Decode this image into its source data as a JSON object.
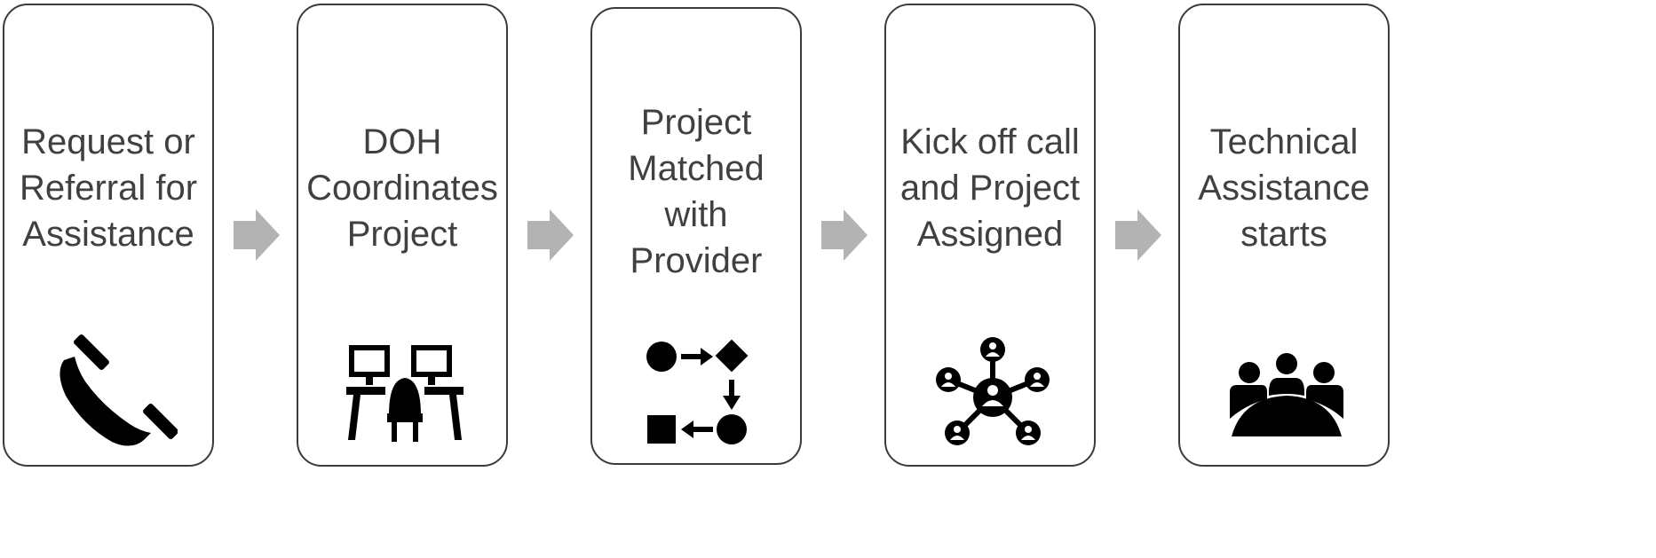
{
  "steps": [
    {
      "label": "Request or\nReferral for\nAssistance",
      "icon": "phone-icon"
    },
    {
      "label": "DOH\nCoordinates\nProject",
      "icon": "workstations-icon"
    },
    {
      "label": "Project\nMatched\nwith\nProvider",
      "icon": "process-flow-icon"
    },
    {
      "label": "Kick off call\nand Project\nAssigned",
      "icon": "network-people-icon"
    },
    {
      "label": "Technical\nAssistance\nstarts",
      "icon": "meeting-table-icon"
    }
  ],
  "colors": {
    "border": "#3b3b3b",
    "text": "#404040",
    "arrow": "#b3b3b3",
    "icon": "#000000"
  }
}
